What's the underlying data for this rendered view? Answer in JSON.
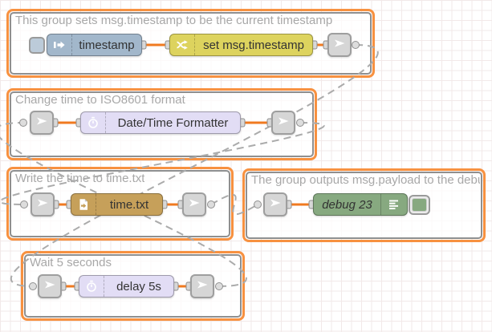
{
  "app": {
    "name": "Node-RED flow editor canvas"
  },
  "colors": {
    "orange-border": "#f79140",
    "orange-wire": "#f07a20",
    "group-inner-border": "#8f8f8f",
    "group-label": "#a8a8a8",
    "node-label": "#333333",
    "inject-blue": "#a2b7cb",
    "change-yellow": "#ddd35e",
    "lavender": "#e2ddf5",
    "file-tan": "#c6a05a",
    "debug-green": "#87a980",
    "link-gray": "#d6d6d6",
    "link-wire-gray": "#ababab",
    "port-fill": "#d9d9d9"
  },
  "groups": [
    {
      "label": "This group sets msg.timestamp to be the current timestamp",
      "nodes": [
        {
          "type": "inject",
          "label": "timestamp",
          "icon": "inject-arrow-icon"
        },
        {
          "type": "change",
          "label": "set msg.timestamp",
          "icon": "shuffle-icon"
        },
        {
          "type": "link-out",
          "icon": "link-plane-icon"
        }
      ]
    },
    {
      "label": "Change time to ISO8601 format",
      "nodes": [
        {
          "type": "link-in",
          "icon": "link-plane-icon"
        },
        {
          "type": "date-formatter",
          "label": "Date/Time Formatter",
          "icon": "timer-icon"
        },
        {
          "type": "link-out",
          "icon": "link-plane-icon"
        }
      ]
    },
    {
      "label": "Write the time to time.txt",
      "nodes": [
        {
          "type": "link-in",
          "icon": "link-plane-icon"
        },
        {
          "type": "file",
          "label": "time.txt",
          "icon": "file-out-icon"
        },
        {
          "type": "link-out",
          "icon": "link-plane-icon"
        }
      ]
    },
    {
      "label": "The group outputs msg.payload to the debug",
      "nodes": [
        {
          "type": "link-in",
          "icon": "link-plane-icon"
        },
        {
          "type": "debug",
          "label": "debug 23",
          "icon": "debug-list-icon"
        }
      ]
    },
    {
      "label": "Wait 5 seconds",
      "nodes": [
        {
          "type": "link-in",
          "icon": "link-plane-icon"
        },
        {
          "type": "delay",
          "label": "delay 5s",
          "icon": "timer-icon"
        },
        {
          "type": "link-out",
          "icon": "link-plane-icon"
        }
      ]
    }
  ]
}
